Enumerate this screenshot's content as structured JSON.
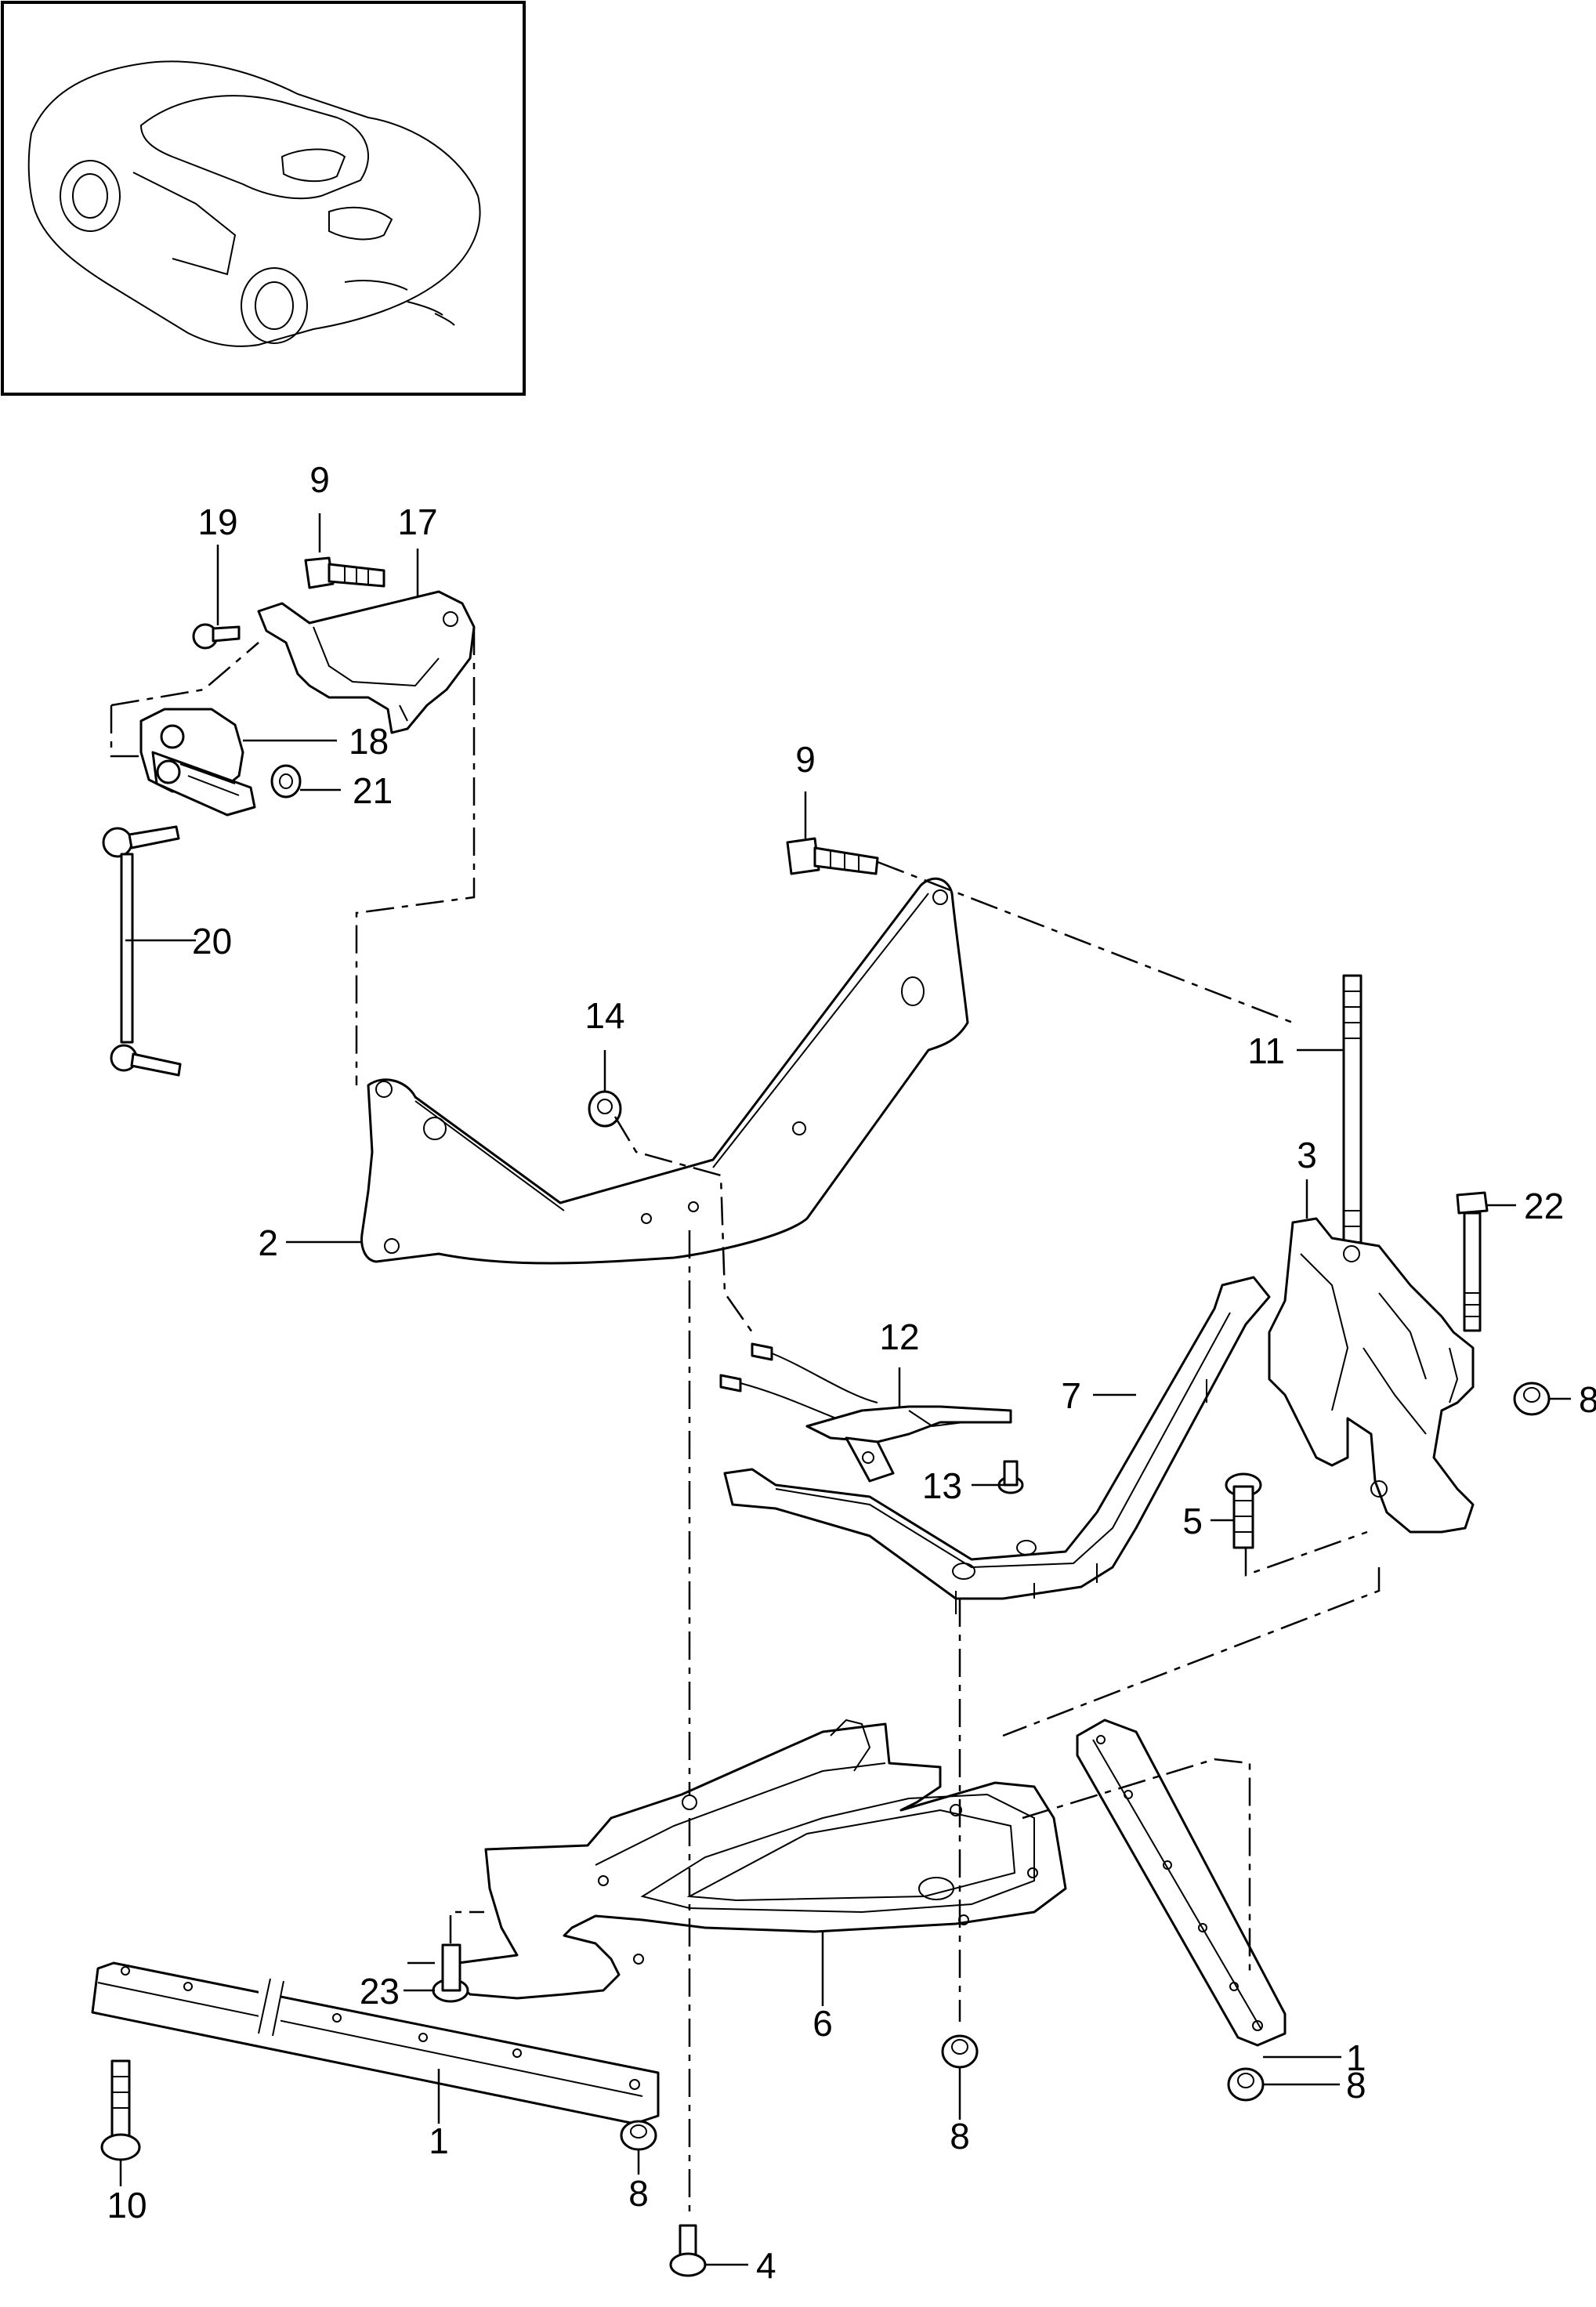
{
  "thumbnail": {
    "icon": "convertible-sports-car-icon"
  },
  "callouts": [
    {
      "id": "c9a",
      "label": "9"
    },
    {
      "id": "c19",
      "label": "19"
    },
    {
      "id": "c17",
      "label": "17"
    },
    {
      "id": "c18",
      "label": "18"
    },
    {
      "id": "c21",
      "label": "21"
    },
    {
      "id": "c20",
      "label": "20"
    },
    {
      "id": "c9b",
      "label": "9"
    },
    {
      "id": "c14",
      "label": "14"
    },
    {
      "id": "c11",
      "label": "11"
    },
    {
      "id": "c3",
      "label": "3"
    },
    {
      "id": "c22",
      "label": "22"
    },
    {
      "id": "c2",
      "label": "2"
    },
    {
      "id": "c12",
      "label": "12"
    },
    {
      "id": "c7",
      "label": "7"
    },
    {
      "id": "c8a",
      "label": "8"
    },
    {
      "id": "c13",
      "label": "13"
    },
    {
      "id": "c5",
      "label": "5"
    },
    {
      "id": "c1a",
      "label": "1"
    },
    {
      "id": "c23",
      "label": "23"
    },
    {
      "id": "c6",
      "label": "6"
    },
    {
      "id": "c8b",
      "label": "8"
    },
    {
      "id": "c8c",
      "label": "8"
    },
    {
      "id": "c1b",
      "label": "1"
    },
    {
      "id": "c10",
      "label": "10"
    },
    {
      "id": "c8d",
      "label": "8"
    },
    {
      "id": "c4",
      "label": "4"
    }
  ]
}
